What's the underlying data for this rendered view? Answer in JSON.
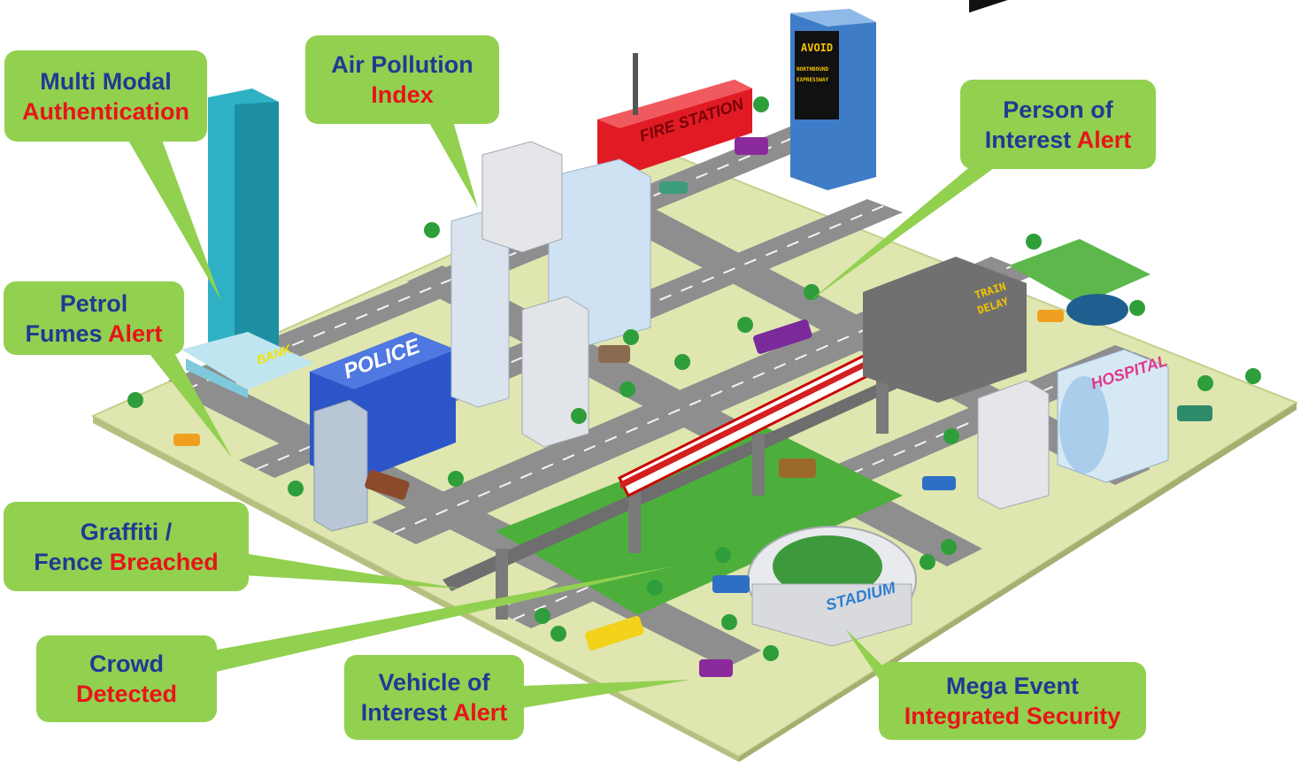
{
  "callouts": {
    "multi_modal": {
      "line1": "Multi Modal",
      "line2": "Authentication"
    },
    "air_pollution": {
      "line1": "Air Pollution",
      "line2": "Index"
    },
    "person_of_interest": {
      "line1": "Person of",
      "line2a": "Interest ",
      "line2b": "Alert"
    },
    "petrol_fumes": {
      "line1": "Petrol",
      "line2a": "Fumes ",
      "line2b": "Alert"
    },
    "graffiti": {
      "line1": "Graffiti /",
      "line2a": "Fence ",
      "line2b": "Breached"
    },
    "crowd": {
      "line1": "Crowd",
      "line2": "Detected"
    },
    "vehicle_of_interest": {
      "line1": "Vehicle of",
      "line2a": "Interest ",
      "line2b": "Alert"
    },
    "mega_event": {
      "line1": "Mega Event",
      "line2": "Integrated Security"
    }
  },
  "buildings": {
    "bank": "BANK",
    "police": "POLICE",
    "fire_station": "FIRE STATION",
    "hospital": "HOSPITAL",
    "stadium": "STADIUM"
  },
  "signs": {
    "billboard_line1": "AVOID",
    "billboard_line2": "NORTHBOUND",
    "billboard_line3": "EXPRESSWAY",
    "train_line1": "TRAIN",
    "train_line2": "DELAY"
  },
  "colors": {
    "callout_bg": "#92d050",
    "title_text": "#1f3a93",
    "alert_text": "#e8141a"
  }
}
